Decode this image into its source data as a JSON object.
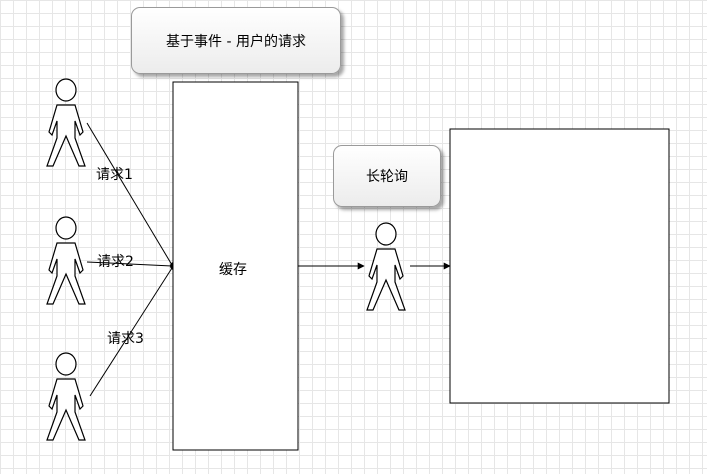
{
  "title_callout": "基于事件 - 用户的请求",
  "poll_callout": "长轮询",
  "cache_label": "缓存",
  "requests": [
    "请求1",
    "请求2",
    "请求3"
  ]
}
